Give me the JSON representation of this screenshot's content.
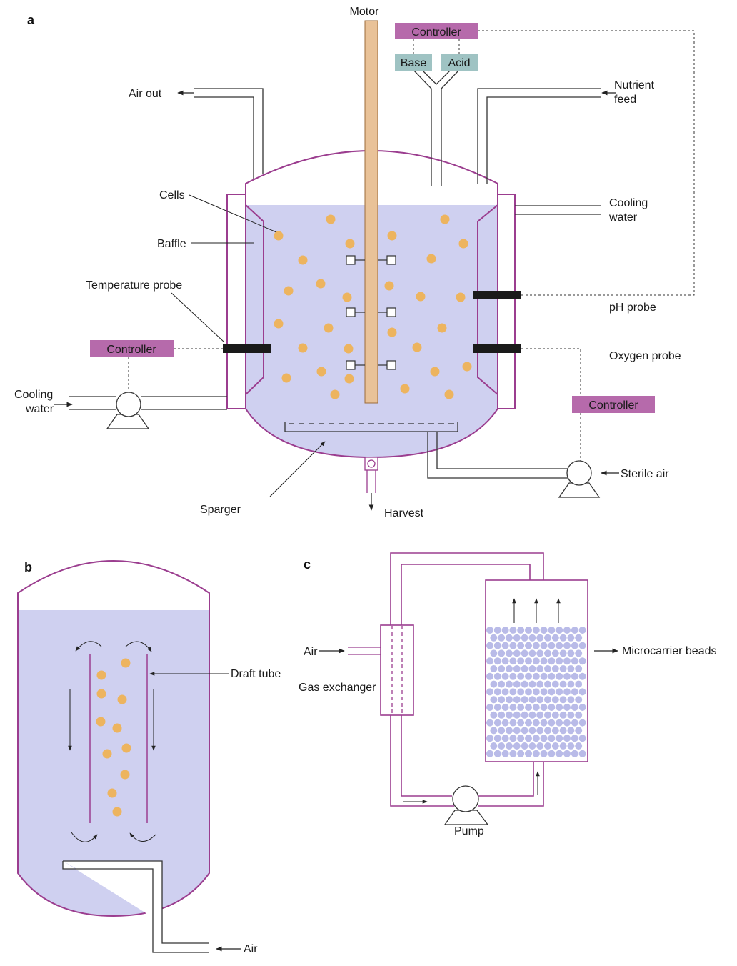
{
  "colors": {
    "vessel": "#9b3d8f",
    "liquid": "#cfd0f0",
    "cell": "#edb45f",
    "shaft": "#e9c298",
    "controller": "#b66aab",
    "probe": "#1a1a1a",
    "base_acid": "#9fc3c3",
    "bead": "#b9bbe8",
    "line": "#333333"
  },
  "panel_a": {
    "panel_label": "a",
    "motor": "Motor",
    "controller_top": "Controller",
    "base": "Base",
    "acid": "Acid",
    "air_out": "Air out",
    "nutrient_feed_1": "Nutrient",
    "nutrient_feed_2": "feed",
    "cells": "Cells",
    "baffle": "Baffle",
    "cooling_water_right_1": "Cooling",
    "cooling_water_right_2": "water",
    "temperature_probe": "Temperature probe",
    "ph_probe": "pH probe",
    "controller_left": "Controller",
    "oxygen_probe": "Oxygen probe",
    "cooling_water_left_1": "Cooling",
    "cooling_water_left_2": "water",
    "controller_right": "Controller",
    "sterile_air": "Sterile air",
    "sparger": "Sparger",
    "harvest": "Harvest"
  },
  "panel_b": {
    "panel_label": "b",
    "draft_tube": "Draft tube",
    "air": "Air"
  },
  "panel_c": {
    "panel_label": "c",
    "air": "Air",
    "gas_exchanger": "Gas exchanger",
    "microcarrier_beads": "Microcarrier beads",
    "pump": "Pump"
  }
}
